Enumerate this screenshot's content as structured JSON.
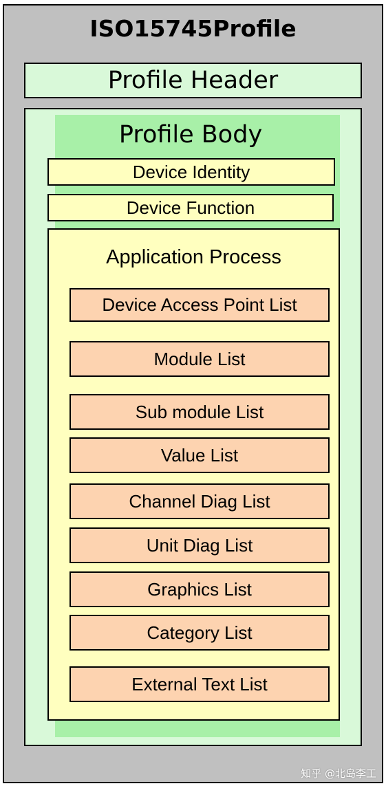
{
  "title": "ISO15745Profile",
  "header": {
    "label": "Profile Header"
  },
  "body": {
    "label": "Profile Body",
    "device_identity": "Device Identity",
    "device_function": "Device Function",
    "application_process": {
      "label": "Application Process",
      "lists": [
        "Device Access Point List",
        "Module List",
        "Sub module List",
        "Value List",
        "Channel Diag List",
        "Unit Diag List",
        "Graphics List",
        "Category List",
        "External Text List"
      ]
    }
  },
  "watermark": "知乎 @北岛李工",
  "colors": {
    "outer": "#c0c0c0",
    "light_green": "#d9f9d9",
    "green": "#a8f0a8",
    "yellow": "#ffffbf",
    "orange": "#fdd3b0"
  }
}
